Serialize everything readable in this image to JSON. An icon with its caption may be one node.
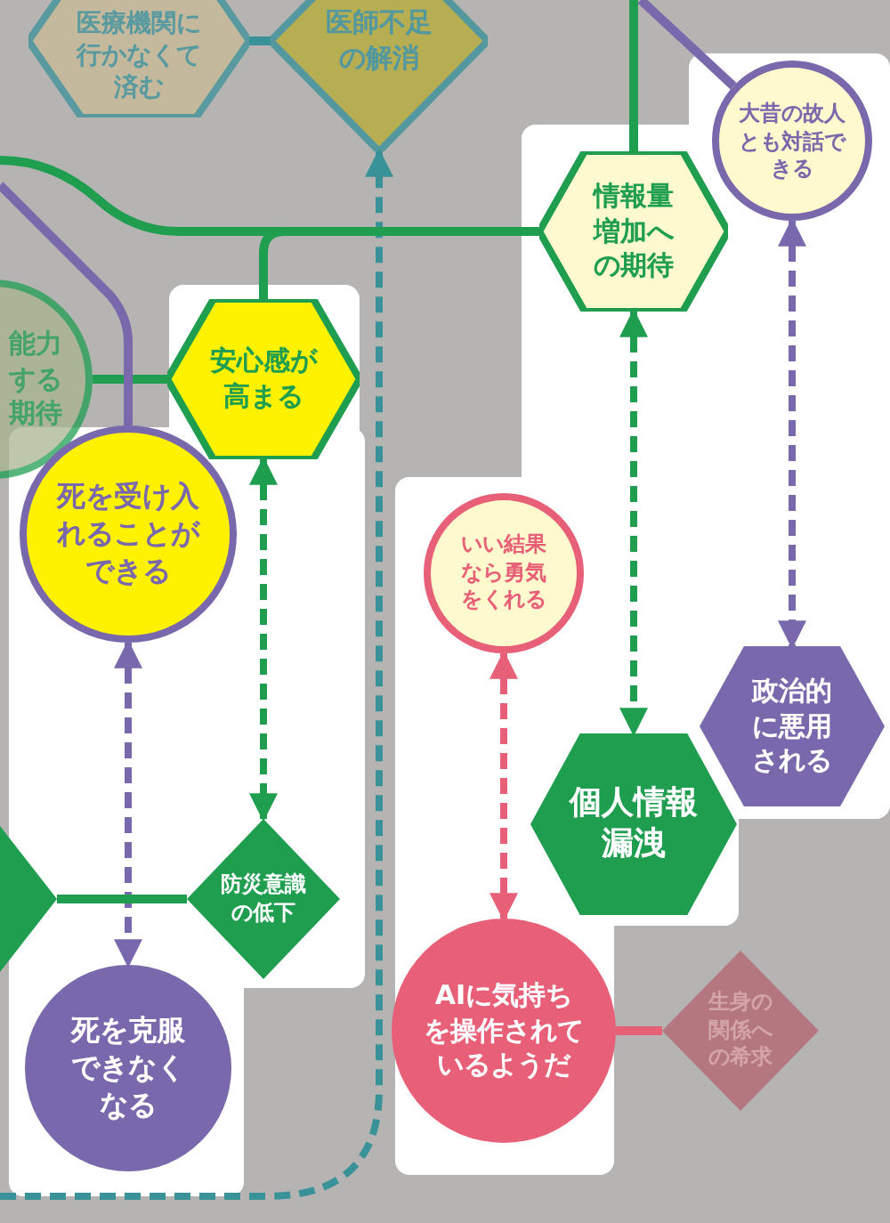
{
  "diagram": {
    "nodes": [
      {
        "text": [
          "医療機関に行かなくて済む"
        ]
      },
      {
        "text": [
          "医師不足の解消"
        ]
      },
      {
        "text": [
          "大昔の故人とも対話できる"
        ]
      },
      {
        "text": [
          "情報量増加への期待"
        ]
      },
      {
        "text": [
          "能力する期待"
        ]
      },
      {
        "text": [
          "安心感が高まる"
        ]
      },
      {
        "text": [
          "死を受け入れることができる"
        ]
      },
      {
        "text": [
          "いい結果なら勇気をくれる"
        ]
      },
      {
        "text": [
          "政治的に悪用される"
        ]
      },
      {
        "text": [
          "個人情報漏洩"
        ]
      },
      {
        "text": [],
        "shape": "triangle"
      },
      {
        "text": [
          "防災意識の低下"
        ]
      },
      {
        "text": [
          "死を克服できなくなる"
        ]
      },
      {
        "text": [
          "AIに気持ちを操作されているようだ"
        ]
      },
      {
        "text": [
          "生身の関係への希求"
        ]
      }
    ],
    "edges": [
      {
        "from": 0,
        "to": 1,
        "arrow": "none",
        "color": "#3a9299"
      },
      {
        "from": null,
        "to": 1,
        "arrow": "to",
        "style": "dashed",
        "color": "#3a9299"
      },
      {
        "from": null,
        "to": 3,
        "arrow": "none"
      },
      {
        "from": null,
        "to": 2,
        "arrow": "none",
        "color": "#7a68ad"
      },
      {
        "from": null,
        "to": 3,
        "arrow": "none"
      },
      {
        "from": 5,
        "to": 3,
        "arrow": "none"
      },
      {
        "from": 4,
        "to": 5,
        "arrow": "none"
      },
      {
        "from": null,
        "to": 6,
        "arrow": "none",
        "color": "#7a68ad"
      },
      {
        "from": 5,
        "to": 11,
        "arrow": "both",
        "style": "dashed"
      },
      {
        "from": 6,
        "to": 12,
        "arrow": "both",
        "style": "dashed",
        "color": "#7a68ad"
      },
      {
        "from": 3,
        "to": 9,
        "arrow": "both",
        "style": "dashed"
      },
      {
        "from": 2,
        "to": 8,
        "arrow": "both",
        "style": "dashed",
        "color": "#7a68ad"
      },
      {
        "from": 7,
        "to": 13,
        "arrow": "both",
        "style": "dashed",
        "color": "#e85f78"
      },
      {
        "from": 10,
        "to": 11,
        "arrow": "none"
      },
      {
        "from": 13,
        "to": 14,
        "arrow": "none",
        "color": "#e85f78"
      }
    ]
  }
}
